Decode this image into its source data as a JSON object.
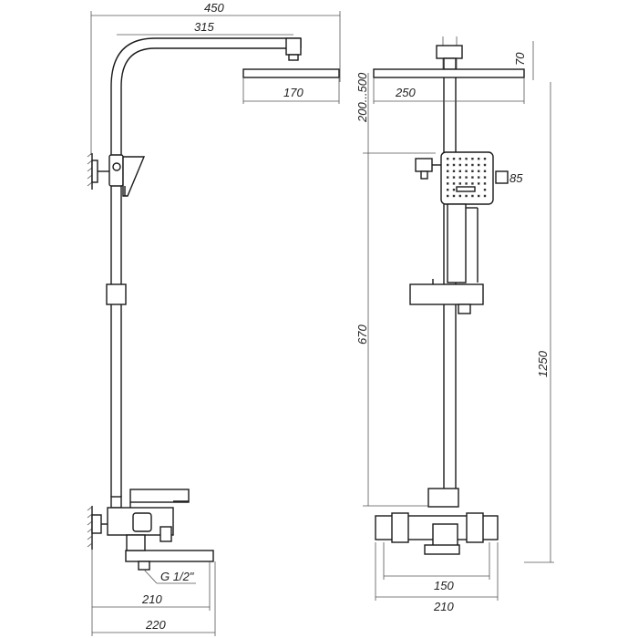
{
  "dimensions": {
    "overall_width": "450",
    "arm_length": "315",
    "head_depth": "170",
    "head_height": "70",
    "head_width": "250",
    "adjust_range": "200...500",
    "hand_shower_square": "85",
    "rail_length": "670",
    "total_height": "1250",
    "outlet_connection": "G 1/2\"",
    "spout_reach_1": "210",
    "spout_reach_2": "220",
    "mixer_center": "150",
    "mixer_width": "210"
  }
}
